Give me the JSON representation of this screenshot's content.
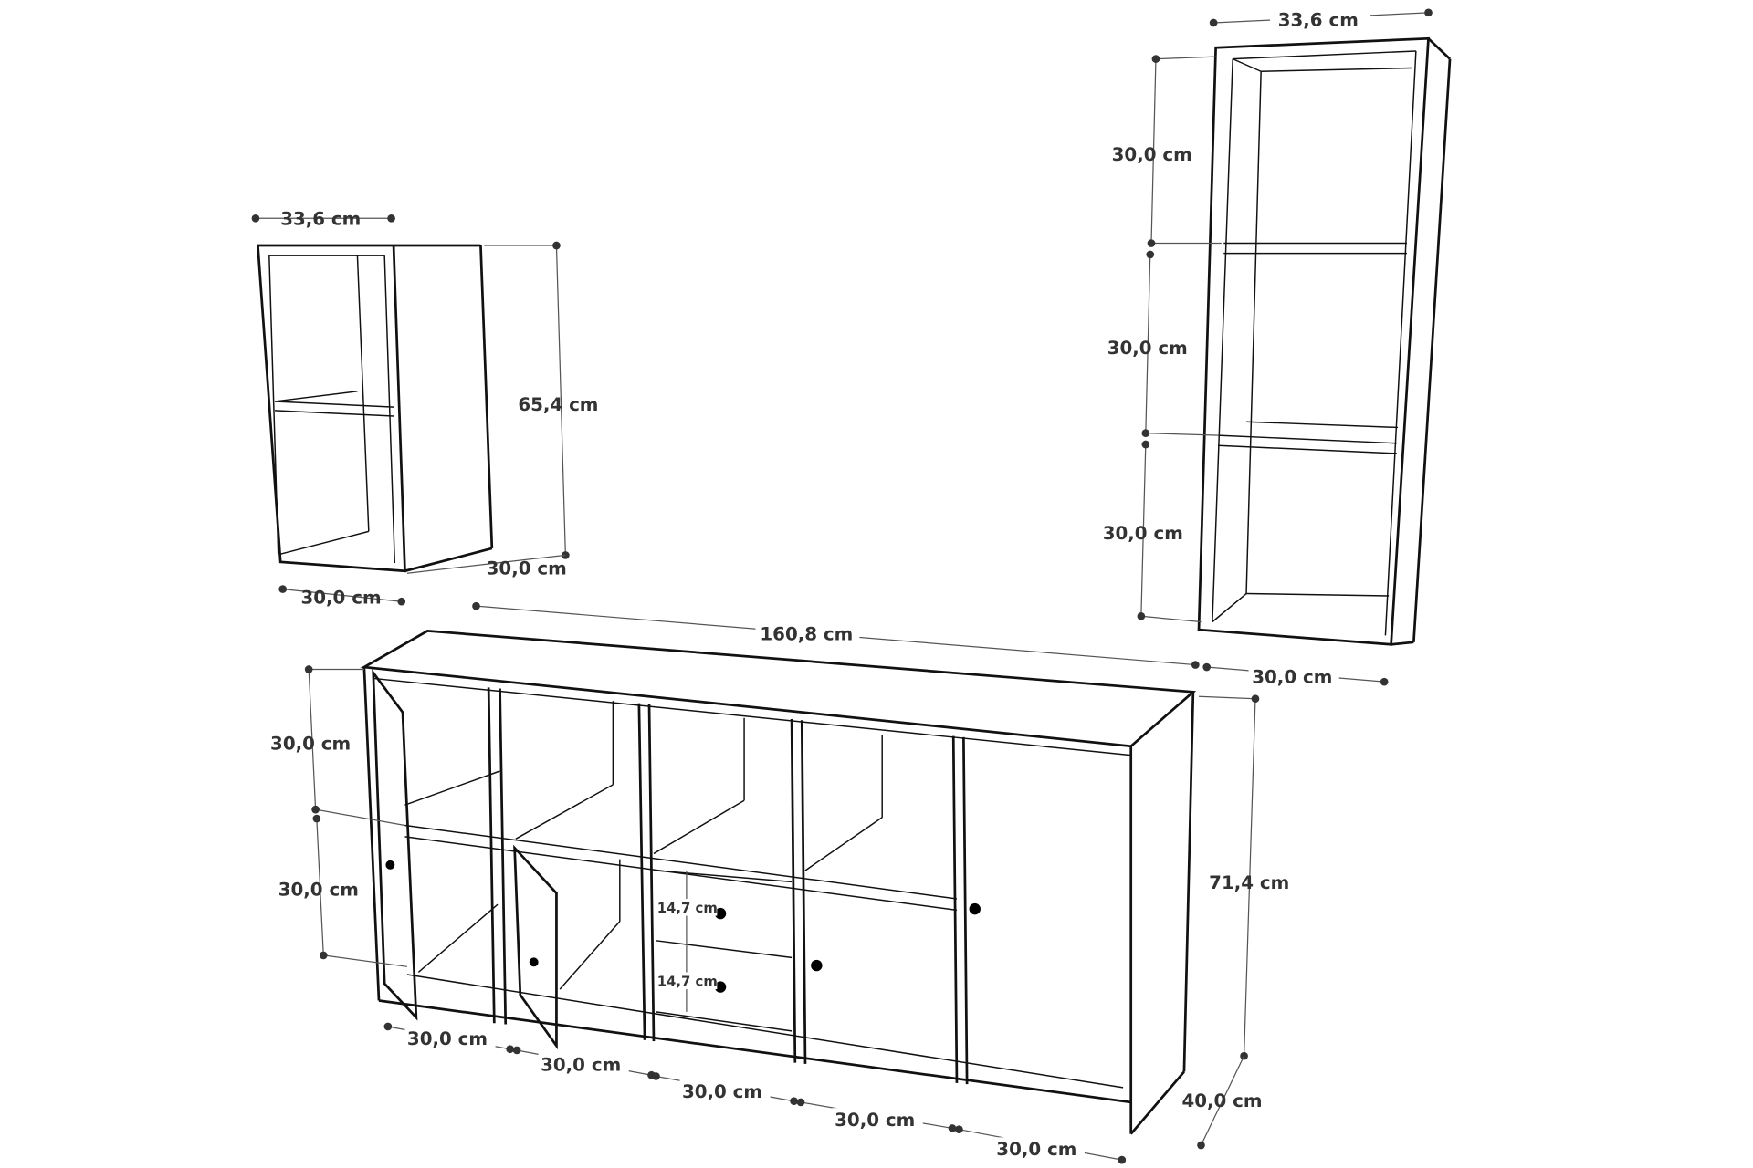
{
  "left_cabinet": {
    "width": "33,6 cm",
    "height": "65,4 cm",
    "depth": "30,0 cm",
    "front_width": "30,0 cm"
  },
  "right_cabinet": {
    "width": "33,6 cm",
    "section_1": "30,0 cm",
    "section_2": "30,0 cm",
    "section_3": "30,0 cm",
    "depth": "30,0 cm"
  },
  "main_cabinet": {
    "total_width": "160,8 cm",
    "upper_height": "30,0 cm",
    "lower_height": "30,0 cm",
    "total_height": "71,4 cm",
    "depth": "40,0 cm",
    "compartments": [
      "30,0 cm",
      "30,0 cm",
      "30,0 cm",
      "30,0 cm",
      "30,0 cm"
    ],
    "drawers": [
      "14,7 cm",
      "14,7 cm"
    ]
  }
}
